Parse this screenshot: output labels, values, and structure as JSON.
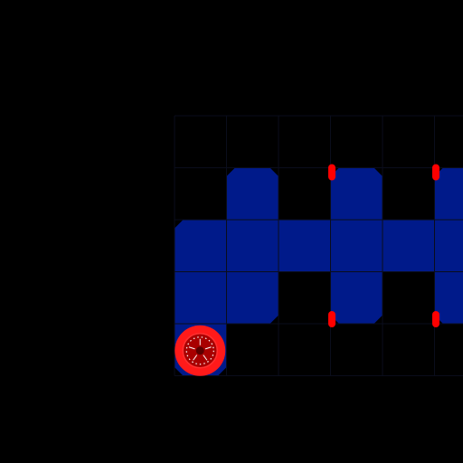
{
  "colors": {
    "background": "#000000",
    "floor": "#001a8a",
    "floor_edge": "#00186f",
    "grid_line": "#0a0d1c",
    "marker": "#ff0000",
    "agent_ring": "#ff1a1a",
    "agent_core": "#a80000",
    "agent_center": "#5a0000",
    "agent_dots": "#ffffff"
  },
  "icons": {
    "agent": "circular-agent-token",
    "marker": "red-pill-marker"
  },
  "maze": {
    "cols": 6,
    "rows": 5,
    "visible_cols": 5.6,
    "floor_cells": [
      [
        1,
        1
      ],
      [
        3,
        1
      ],
      [
        5,
        1
      ],
      [
        0,
        2
      ],
      [
        1,
        2
      ],
      [
        2,
        2
      ],
      [
        3,
        2
      ],
      [
        4,
        2
      ],
      [
        5,
        2
      ],
      [
        0,
        3
      ],
      [
        1,
        3
      ],
      [
        3,
        3
      ],
      [
        5,
        3
      ],
      [
        0,
        4
      ]
    ],
    "markers": [
      {
        "col": 3,
        "row": 1,
        "edge": "top"
      },
      {
        "col": 5,
        "row": 1,
        "edge": "top"
      },
      {
        "col": 3,
        "row": 3,
        "edge": "bottom"
      },
      {
        "col": 5,
        "row": 3,
        "edge": "bottom"
      }
    ],
    "agent": {
      "col": 0,
      "row": 4
    }
  }
}
